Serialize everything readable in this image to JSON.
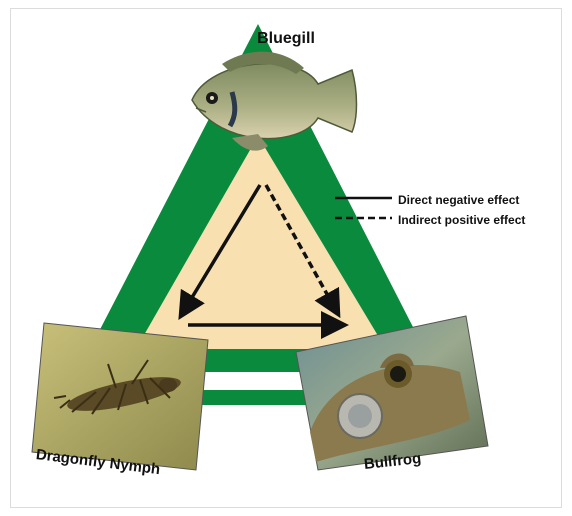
{
  "labels": {
    "top": "Bluegill",
    "bottom_left": "Dragonfly Nymph",
    "bottom_right": "Bullfrog"
  },
  "legend": {
    "direct": "Direct negative effect",
    "indirect": "Indirect positive effect"
  },
  "colors": {
    "outer_triangle": "#0a8a3c",
    "inner_triangle": "#f8e0b0",
    "arrow": "#111111"
  }
}
